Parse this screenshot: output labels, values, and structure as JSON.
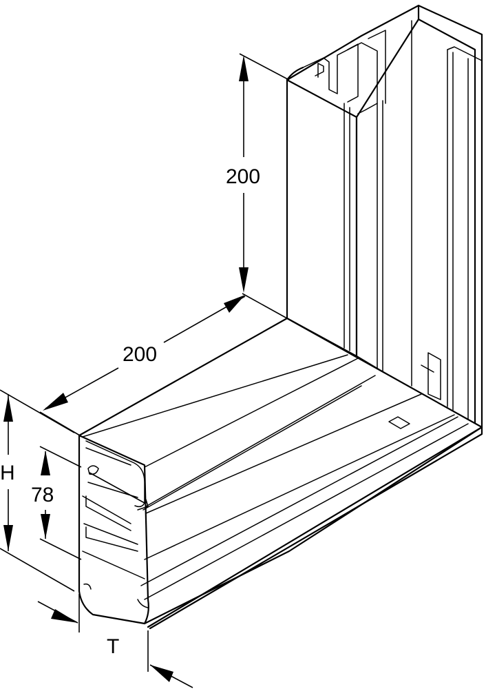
{
  "dimensions": {
    "vertical_length": "200",
    "horizontal_length": "200",
    "height": "H",
    "inner_height": "78",
    "depth": "T"
  }
}
